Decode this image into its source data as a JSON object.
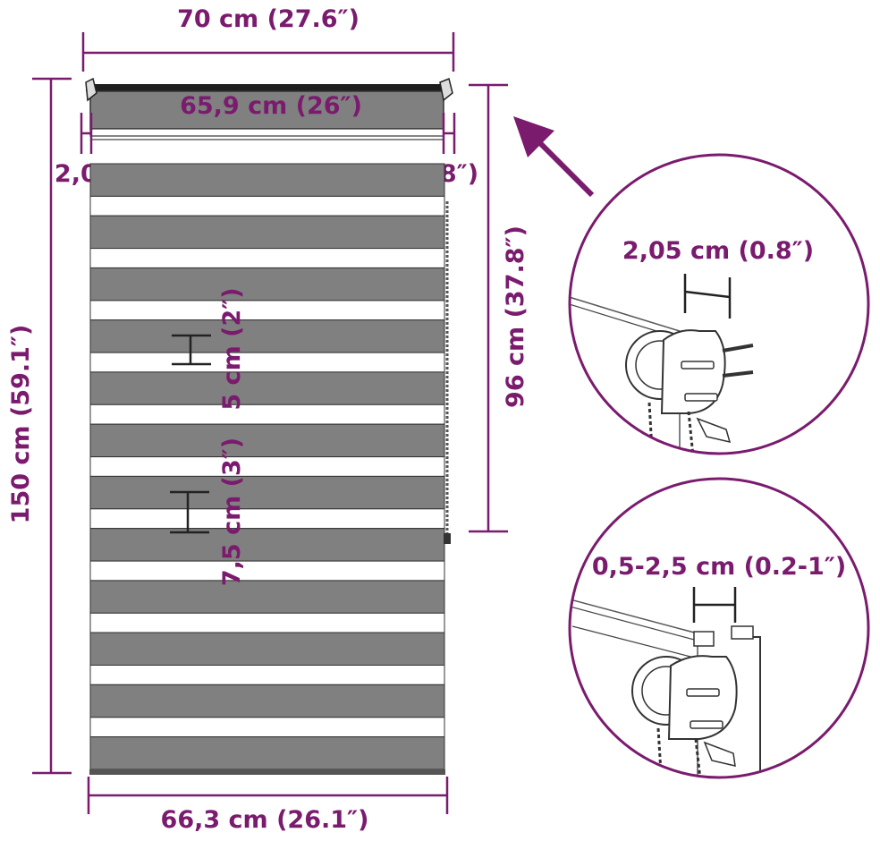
{
  "colors": {
    "accent": "#7a1b6e",
    "fabric_dark": "#808080",
    "fabric_light": "#ffffff",
    "outline": "#333333"
  },
  "labels": {
    "top_width": "70 cm (27.6″)",
    "fabric_width": "65,9 cm (26″)",
    "left_margin": "2,05 cm (0.8″)",
    "right_margin": "2,05 cm (0.8″)",
    "total_height": "150 cm (59.1″)",
    "mechanism_height": "96 cm (37.8″)",
    "dark_stripe": "5 cm (2″)",
    "light_stripe": "7,5 cm (3″)",
    "bottom_width": "66,3 cm (26.1″)",
    "detail_top": "2,05 cm (0.8″)",
    "detail_bottom": "0,5-2,5 cm (0.2-1″)"
  },
  "stripes": {
    "count_dark": 12,
    "count_light": 11
  }
}
